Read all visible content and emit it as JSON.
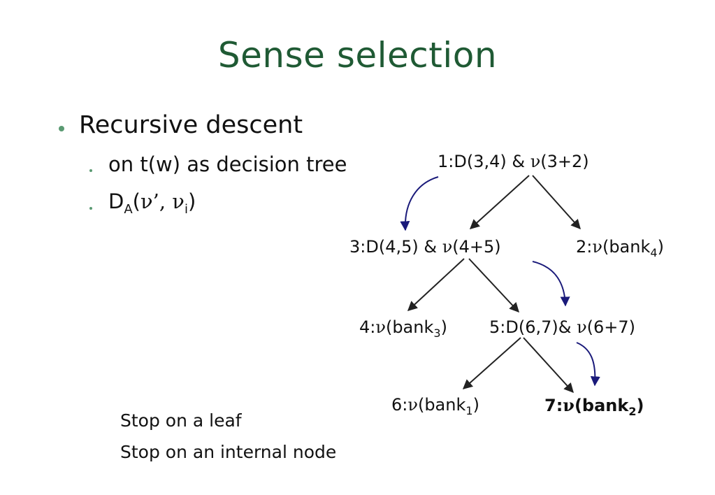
{
  "title": "Sense selection",
  "bullets": {
    "main": "Recursive descent",
    "sub1": "on t(w) as decision tree",
    "sub2": {
      "prefix": "D",
      "sub": "A",
      "open": "(",
      "nu1": "ν",
      "prime": "’, ",
      "nu2": "ν",
      "sub_i": "i",
      "close": ")"
    }
  },
  "notes": [
    "Stop on a leaf",
    "Stop on an internal node"
  ],
  "tree": {
    "n1": {
      "id": "1:D(3,4) & ",
      "nu": "ν",
      "rest": "(3+2)"
    },
    "n3": {
      "id": "3:D(4,5) & ",
      "nu": "ν",
      "rest": "(4+5)"
    },
    "n2": {
      "id": "2:",
      "nu": "ν",
      "rest": "(bank",
      "sub": "4",
      "close": ")"
    },
    "n4": {
      "id": "4:",
      "nu": "ν",
      "rest": "(bank",
      "sub": "3",
      "close": ")"
    },
    "n5": {
      "id": "5:D(6,7)& ",
      "nu": "ν",
      "rest": "(6+7)"
    },
    "n6": {
      "id": "6:",
      "nu": "ν",
      "rest": "(bank",
      "sub": "1",
      "close": ")"
    },
    "n7": {
      "id": "7:",
      "nu": "ν",
      "rest": "(bank",
      "sub": "2",
      "close": ")"
    }
  },
  "colors": {
    "title": "#1f5a34",
    "bullet": "#5a9a72",
    "edge": "#222222",
    "path": "#1a1a7a"
  }
}
